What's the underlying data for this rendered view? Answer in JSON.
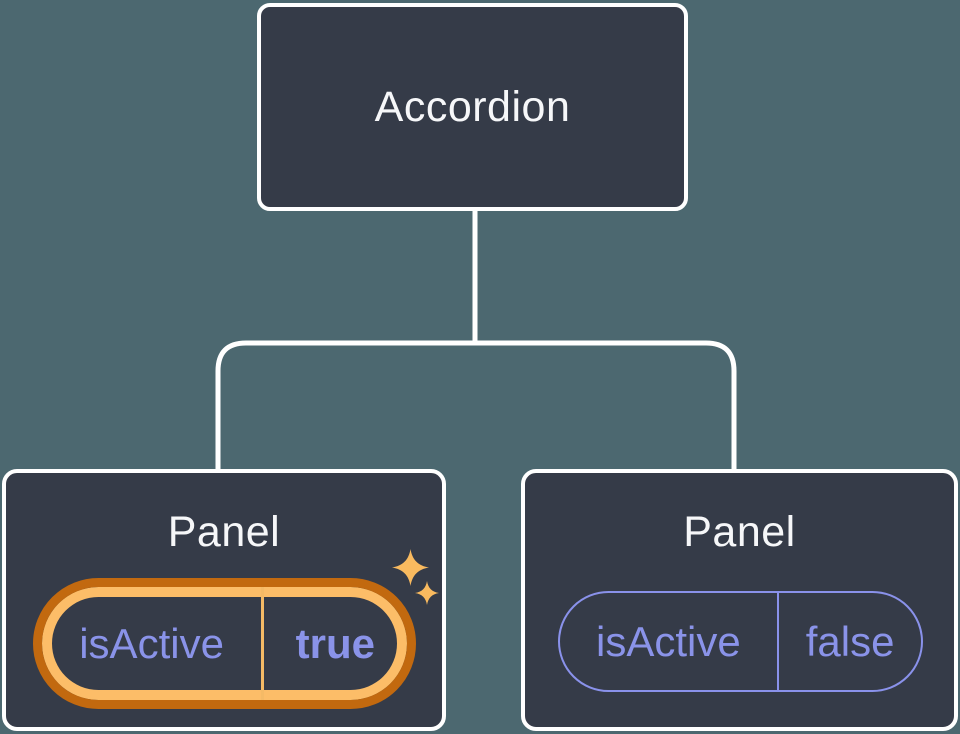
{
  "colors": {
    "bg": "#4C6870",
    "node": "#353B48",
    "line": "#FFFFFF",
    "text": "#F6F7F9",
    "purple": "#8A93E9",
    "purpleBorder": "#8A92EB",
    "orangeDark": "#C2690F",
    "orangeLight": "#FCBD68",
    "orangeDivider": "#F5BA66",
    "sparkle": "#F9BA5F"
  },
  "diagram": {
    "root": {
      "label": "Accordion"
    },
    "panels": [
      {
        "label": "Panel",
        "prop_name": "isActive",
        "prop_value": "true",
        "state": "active",
        "icon": "sparkles-icon"
      },
      {
        "label": "Panel",
        "prop_name": "isActive",
        "prop_value": "false",
        "state": "inactive"
      }
    ]
  }
}
